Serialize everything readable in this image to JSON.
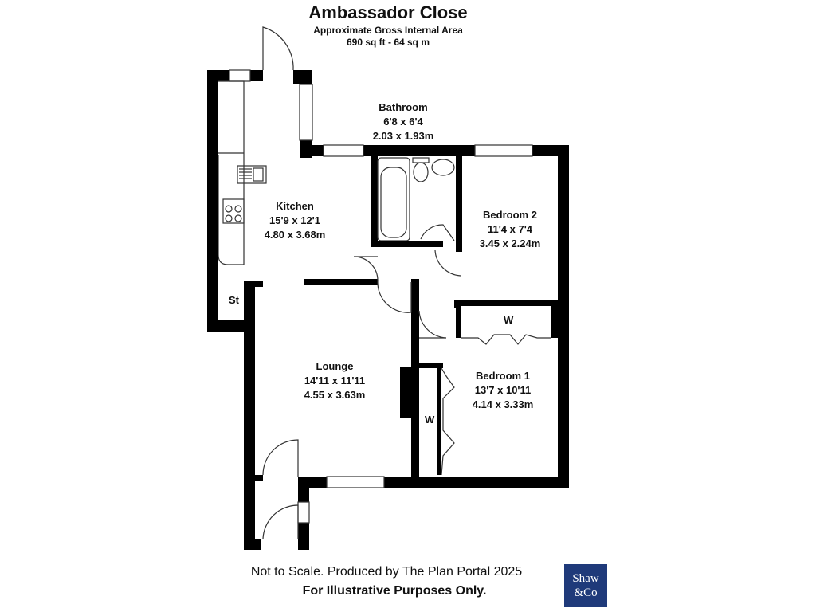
{
  "header": {
    "title": "Ambassador Close",
    "subtitle": "Approximate Gross Internal Area",
    "area": "690 sq ft - 64 sq m"
  },
  "rooms": {
    "bathroom": {
      "name": "Bathroom",
      "imperial": "6'8 x 6'4",
      "metric": "2.03 x 1.93m"
    },
    "kitchen": {
      "name": "Kitchen",
      "imperial": "15'9 x 12'1",
      "metric": "4.80 x 3.68m"
    },
    "bedroom2": {
      "name": "Bedroom 2",
      "imperial": "11'4 x 7'4",
      "metric": "3.45 x 2.24m"
    },
    "lounge": {
      "name": "Lounge",
      "imperial": "14'11 x 11'11",
      "metric": "4.55 x 3.63m"
    },
    "bedroom1": {
      "name": "Bedroom 1",
      "imperial": "13'7 x 10'11",
      "metric": "4.14 x 3.33m"
    }
  },
  "labels": {
    "storage": "St",
    "wardrobe_top": "W",
    "wardrobe_side": "W"
  },
  "footer": {
    "disclaimer": "Not to Scale. Produced by The Plan Portal 2025",
    "illustrative": "For Illustrative Purposes Only."
  },
  "logo": {
    "line1": "Shaw",
    "line2": "&Co",
    "color": "#1f3a7a"
  }
}
